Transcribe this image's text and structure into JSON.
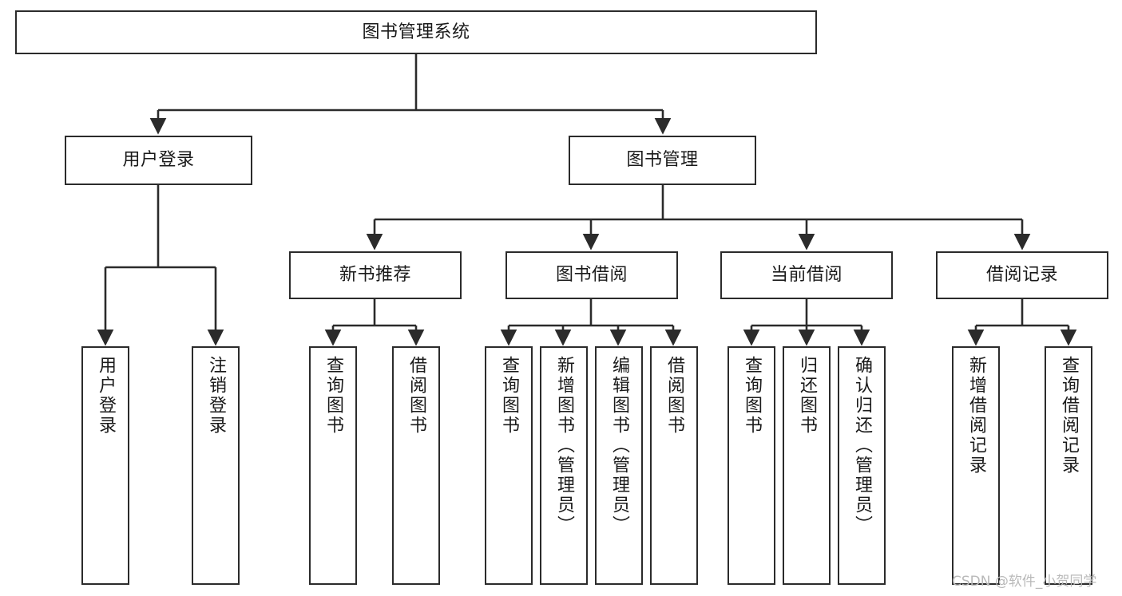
{
  "diagram": {
    "title": "图书管理系统",
    "root": {
      "label": "图书管理系统"
    },
    "level2": [
      {
        "label": "用户登录"
      },
      {
        "label": "图书管理"
      }
    ],
    "level3": [
      {
        "label": "新书推荐"
      },
      {
        "label": "图书借阅"
      },
      {
        "label": "当前借阅"
      },
      {
        "label": "借阅记录"
      }
    ],
    "leaves": {
      "user_login": [
        {
          "label": "用户登录"
        },
        {
          "label": "注销登录"
        }
      ],
      "new_book": [
        {
          "label": "查询图书"
        },
        {
          "label": "借阅图书"
        }
      ],
      "borrow_book": [
        {
          "label": "查询图书"
        },
        {
          "label": "新增图书（管理员）"
        },
        {
          "label": "编辑图书（管理员）"
        },
        {
          "label": "借阅图书"
        }
      ],
      "current_borrow": [
        {
          "label": "查询图书"
        },
        {
          "label": "归还图书"
        },
        {
          "label": "确认归还（管理员）"
        }
      ],
      "borrow_record": [
        {
          "label": "新增借阅记录"
        },
        {
          "label": "查询借阅记录"
        }
      ]
    }
  },
  "watermark": {
    "text": "CSDN @软件_小贺同学"
  },
  "colors": {
    "stroke": "#2b2b2b",
    "fill": "#ffffff",
    "text": "#1a1a1a",
    "watermark": "#b9b9b9"
  }
}
